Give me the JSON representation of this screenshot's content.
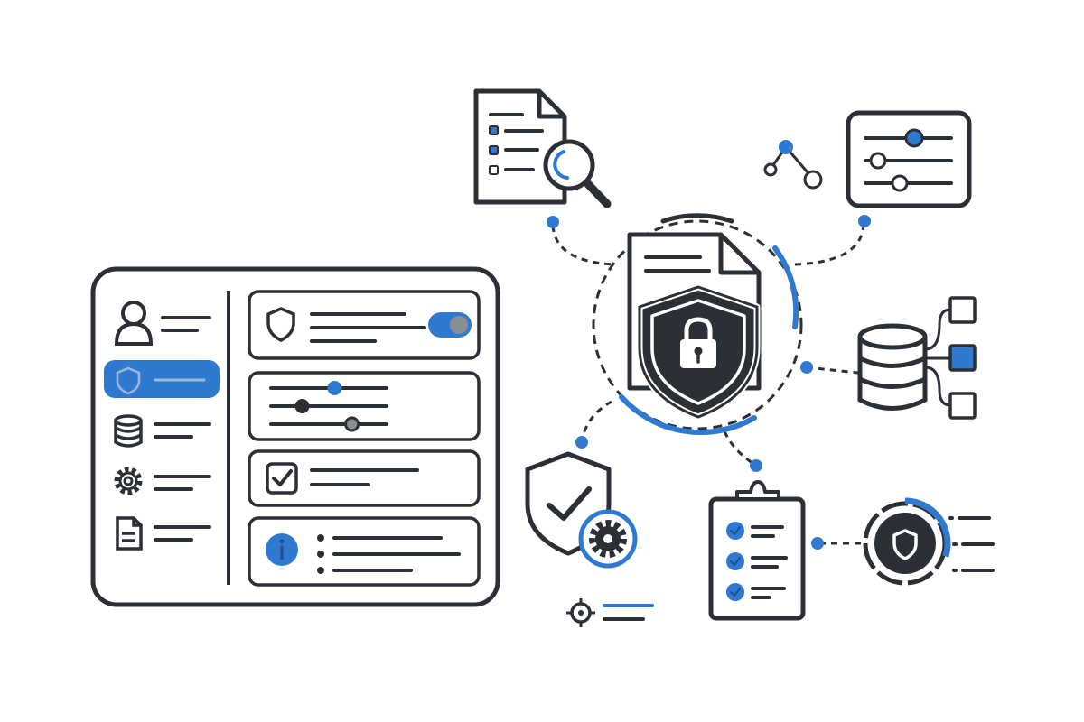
{
  "colors": {
    "ink": "#2b2f36",
    "accent": "#2f7ad0",
    "muted": "#8a8f96",
    "background": "#ffffff"
  },
  "sidebar": {
    "items": [
      {
        "icon": "user-icon",
        "active": false
      },
      {
        "icon": "shield-icon",
        "active": true
      },
      {
        "icon": "database-icon",
        "active": false
      },
      {
        "icon": "gear-icon",
        "active": false
      },
      {
        "icon": "document-icon",
        "active": false
      }
    ]
  },
  "settings_panel": {
    "cards": [
      {
        "type": "security-toggle",
        "icon": "shield-icon",
        "toggle_on": true
      },
      {
        "type": "sliders",
        "levels": [
          0.55,
          0.27,
          0.7
        ]
      },
      {
        "type": "checkbox",
        "icon": "checkbox-icon",
        "checked": true
      },
      {
        "type": "info",
        "icon": "info-icon"
      }
    ]
  },
  "hub": {
    "icon": "document-lock-shield-icon"
  },
  "satellites": [
    "document-search-icon",
    "node-graph-icon",
    "settings-sliders-icon",
    "database-tree-icon",
    "shield-progress-icon",
    "checklist-clipboard-icon",
    "shield-check-gear-icon",
    "target-icon"
  ],
  "gauge": {
    "level": 0.3
  }
}
